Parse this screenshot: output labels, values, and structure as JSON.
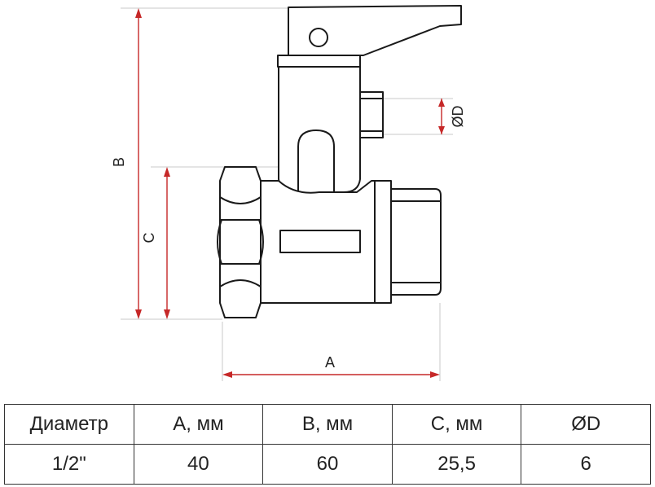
{
  "drawing": {
    "dimension_labels": {
      "a": "A",
      "b": "B",
      "c": "C",
      "d": "ØD"
    },
    "colors": {
      "outline": "#1a1a1a",
      "dimension": "#c62828",
      "extension": "#c8c8c8"
    }
  },
  "table": {
    "headers": [
      "Диаметр",
      "A, мм",
      "B, мм",
      "C, мм",
      "ØD"
    ],
    "rows": [
      [
        "1/2\"",
        "40",
        "60",
        "25,5",
        "6"
      ]
    ]
  }
}
